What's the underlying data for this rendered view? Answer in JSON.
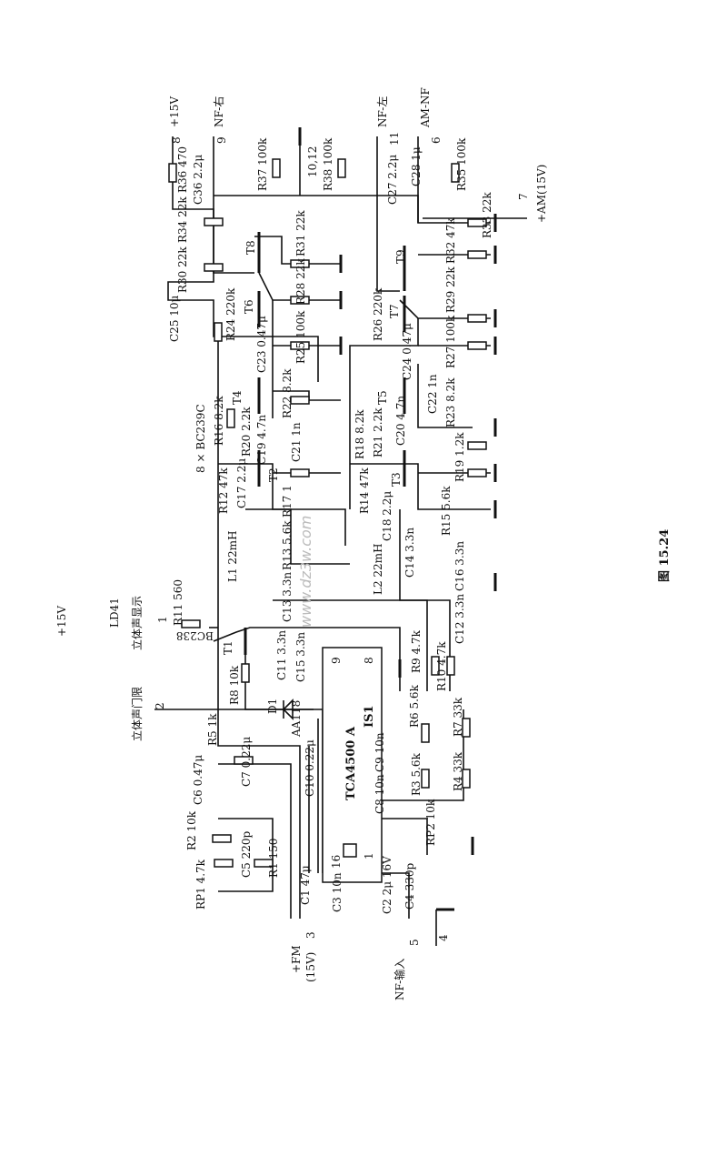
{
  "figure": {
    "caption": "图 15.24",
    "watermark": "www.dz3w.com",
    "ic": {
      "name": "TCA4500 A",
      "ref": "IS1",
      "pins": [
        "16",
        "1",
        "9",
        "8"
      ]
    },
    "supply": {
      "top": "+15V",
      "top_pin": "8",
      "led_supply": "+15V",
      "fm": "+FM",
      "fm_v": "(15V)",
      "fm_pin": "3",
      "am": "+AM(15V)",
      "am_pin": "7"
    },
    "outputs": {
      "nf_right": "NF-右",
      "nf_right_pin": "9",
      "nf_left": "NF-左",
      "nf_left_pin": "11",
      "am_nf": "AM-NF",
      "am_nf_pin": "6",
      "pins_10_12": "10,12"
    },
    "inputs": {
      "nf_in": "NF-输入",
      "nf_in_pin": "5",
      "gnd_pin": "4",
      "stereo_threshold": "立体声门限",
      "stereo_threshold_pin": "2",
      "stereo_display": "立体声显示",
      "stereo_display_pin": "1"
    },
    "transistors": {
      "t1": "T1",
      "t1_type": "BC238",
      "t_group": "8 × BC239C",
      "t2": "T2",
      "t3": "T3",
      "t4": "T4",
      "t5": "T5",
      "t6": "T6",
      "t7": "T7",
      "t8": "T8",
      "t9": "T9"
    },
    "diodes": {
      "d1": "D1",
      "d1_type": "AA118",
      "led": "LD41"
    },
    "components": [
      {
        "ref": "R36",
        "value": "470"
      },
      {
        "ref": "C36",
        "value": "2.2μ"
      },
      {
        "ref": "R37",
        "value": "100k"
      },
      {
        "ref": "R38",
        "value": "100k"
      },
      {
        "ref": "C27",
        "value": "2.2μ"
      },
      {
        "ref": "C28",
        "value": "1μ"
      },
      {
        "ref": "R35",
        "value": "100k"
      },
      {
        "ref": "R34",
        "value": "22k"
      },
      {
        "ref": "R30",
        "value": "22k"
      },
      {
        "ref": "C25",
        "value": "10μ"
      },
      {
        "ref": "R31",
        "value": "22k"
      },
      {
        "ref": "R28",
        "value": "22k"
      },
      {
        "ref": "R25",
        "value": "100k"
      },
      {
        "ref": "R24",
        "value": "220k"
      },
      {
        "ref": "R33",
        "value": "22k"
      },
      {
        "ref": "R32",
        "value": "47k"
      },
      {
        "ref": "R29",
        "value": "22k"
      },
      {
        "ref": "R27",
        "value": "100k"
      },
      {
        "ref": "R26",
        "value": "220k"
      },
      {
        "ref": "C23",
        "value": "0.47μ"
      },
      {
        "ref": "R22",
        "value": "8.2k"
      },
      {
        "ref": "C21",
        "value": "1n"
      },
      {
        "ref": "R20",
        "value": "2.2k"
      },
      {
        "ref": "C19",
        "value": "4.7n"
      },
      {
        "ref": "R16",
        "value": "8.2k"
      },
      {
        "ref": "R17",
        "value": "1"
      },
      {
        "ref": "C24",
        "value": "0.47μ"
      },
      {
        "ref": "R23",
        "value": "8.2k"
      },
      {
        "ref": "C22",
        "value": "1n"
      },
      {
        "ref": "R21",
        "value": "2.2k"
      },
      {
        "ref": "C20",
        "value": "4.7n"
      },
      {
        "ref": "R18",
        "value": "8.2k"
      },
      {
        "ref": "R19",
        "value": "1.2k"
      },
      {
        "ref": "R12",
        "value": "47k"
      },
      {
        "ref": "C17",
        "value": "2.2μ"
      },
      {
        "ref": "R13",
        "value": "5.6k"
      },
      {
        "ref": "C15",
        "value": "3.3n"
      },
      {
        "ref": "C13",
        "value": "3.3n"
      },
      {
        "ref": "L1",
        "value": "22mH"
      },
      {
        "ref": "C11",
        "value": "3.3n"
      },
      {
        "ref": "R14",
        "value": "47k"
      },
      {
        "ref": "C18",
        "value": "2.2μ"
      },
      {
        "ref": "R15",
        "value": "5.6k"
      },
      {
        "ref": "C16",
        "value": "3.3n"
      },
      {
        "ref": "L2",
        "value": "22mH"
      },
      {
        "ref": "C14",
        "value": "3.3n"
      },
      {
        "ref": "C12",
        "value": "3.3n"
      },
      {
        "ref": "R11",
        "value": "560"
      },
      {
        "ref": "R8",
        "value": "10k"
      },
      {
        "ref": "C10",
        "value": "0.22μ"
      },
      {
        "ref": "R9",
        "value": "4.7k"
      },
      {
        "ref": "R10",
        "value": "4.7k"
      },
      {
        "ref": "C9",
        "value": "10n"
      },
      {
        "ref": "R6",
        "value": "5.6k"
      },
      {
        "ref": "R7",
        "value": "33k"
      },
      {
        "ref": "C8",
        "value": "10n"
      },
      {
        "ref": "R3",
        "value": "5.6k"
      },
      {
        "ref": "R4",
        "value": "33k"
      },
      {
        "ref": "RP2",
        "value": "10k"
      },
      {
        "ref": "C6",
        "value": "0.47μ"
      },
      {
        "ref": "R5",
        "value": "1k"
      },
      {
        "ref": "C7",
        "value": "0.22μ"
      },
      {
        "ref": "R2",
        "value": "10k"
      },
      {
        "ref": "RP1",
        "value": "4.7k"
      },
      {
        "ref": "C5",
        "value": "220p"
      },
      {
        "ref": "R1",
        "value": "150"
      },
      {
        "ref": "C1",
        "value": "47μ"
      },
      {
        "ref": "C3",
        "value": "10n"
      },
      {
        "ref": "C2",
        "value": "2μ 16V"
      },
      {
        "ref": "C4",
        "value": "330p"
      }
    ]
  }
}
